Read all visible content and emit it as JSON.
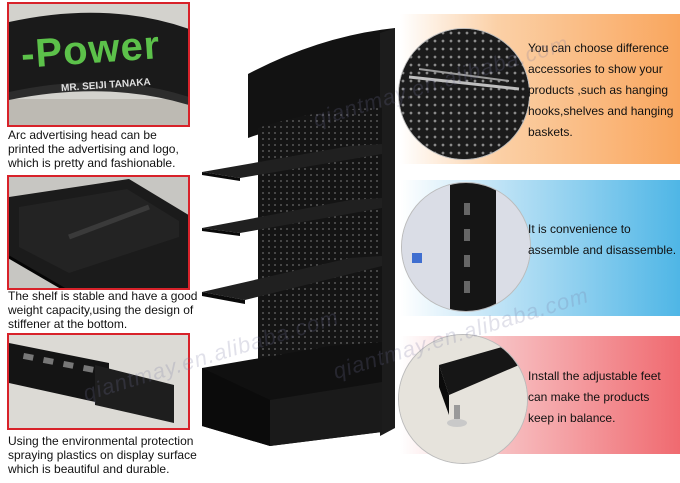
{
  "left": {
    "sign_brand": "-Power",
    "sign_sub": "MR. SEIJI TANAKA",
    "caption1": "Arc advertising head can be\nprinted the advertising and logo,\nwhich is pretty and fashionable.",
    "caption2": "The shelf is stable and have a good\nweight capacity,using the design of\nstiffener at the bottom.",
    "caption3": "Using the environmental protection\nspraying plastics on display surface\nwhich is beautiful and durable."
  },
  "right": {
    "caption1": "You can choose difference\naccessories to show your\nproducts ,such as hanging\nhooks,shelves and hanging\nbaskets.",
    "caption2": "It is convenience to\nassemble and disassemble.",
    "caption3": "Install the adjustable feet\ncan make the products\nkeep in balance."
  },
  "watermarks": {
    "wm1": "qiantmay.en.alibaba.com",
    "wm2": "qiantmay.en.alibaba.com",
    "wm3": "qiantmay.en.alibaba.com"
  },
  "colors": {
    "border_red": "#d8222a",
    "band_orange": "#f7b27a",
    "band_blue": "#4fb6e6",
    "band_pink": "#f06a70",
    "fixture_black": "#151515"
  }
}
